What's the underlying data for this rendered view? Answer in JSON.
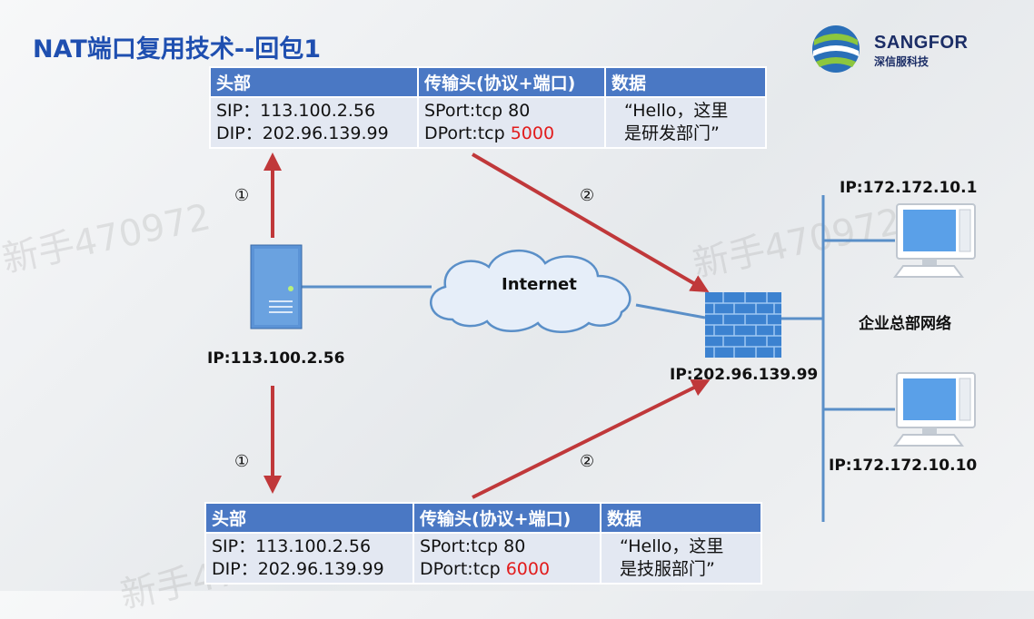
{
  "title": "NAT端口复用技术--回包1",
  "logo": {
    "name": "SANGFOR",
    "subtitle": "深信服科技"
  },
  "watermark": "新手470972",
  "top_packet": {
    "headers": [
      "头部",
      "传输头(协议+端口)",
      "数据"
    ],
    "sip": "SIP：113.100.2.56",
    "dip": "DIP：202.96.139.99",
    "sport": "SPort:tcp 80",
    "dport_prefix": "DPort:tcp ",
    "dport_value": "5000",
    "data_line1": "“Hello，这里",
    "data_line2": "是研发部门”"
  },
  "bottom_packet": {
    "headers": [
      "头部",
      "传输头(协议+端口)",
      "数据"
    ],
    "sip": "SIP：113.100.2.56",
    "dip": "DIP：202.96.139.99",
    "sport": "SPort:tcp 80",
    "dport_prefix": "DPort:tcp ",
    "dport_value": "6000",
    "data_line1": "“Hello，这里",
    "data_line2": "是技服部门”"
  },
  "step_markers": [
    "①",
    "②",
    "①",
    "②"
  ],
  "server": {
    "ip": "IP:113.100.2.56",
    "icon": "server-icon"
  },
  "cloud": {
    "label": "Internet",
    "icon": "cloud-icon"
  },
  "firewall": {
    "ip": "IP:202.96.139.99",
    "icon": "firewall-icon"
  },
  "hq_network": {
    "label": "企业总部网络"
  },
  "pc1": {
    "ip": "IP:172.172.10.1",
    "icon": "computer-icon"
  },
  "pc2": {
    "ip": "IP:172.172.10.10",
    "icon": "computer-icon"
  },
  "colors": {
    "title": "#1f4fb0",
    "header_bg": "#4a78c4",
    "cell_bg": "#e3e8f2",
    "arrow_red": "#c0383a",
    "line_blue": "#5a8fc8",
    "highlight_red": "#e21c1c"
  }
}
